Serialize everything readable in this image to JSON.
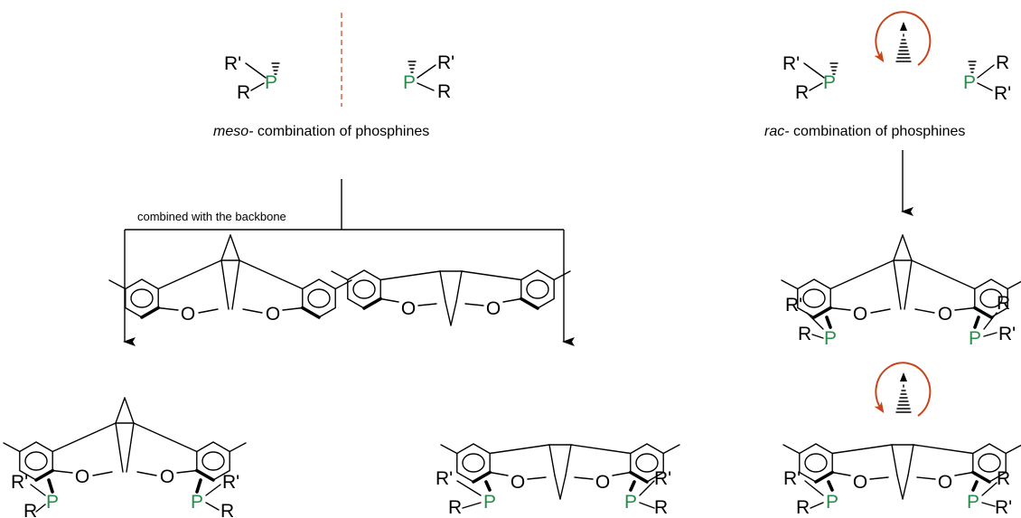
{
  "colors": {
    "phosphorus": "#2a8c4a",
    "mirror_line": "#d9623b",
    "rotation_arrow": "#c8441a",
    "bond": "#000000"
  },
  "atoms": {
    "P": "P",
    "R": "R",
    "R_prime": "R'",
    "O": "O"
  },
  "labels": {
    "meso_prefix": "meso-",
    "meso_suffix": " combination of phosphines",
    "rac_prefix": "rac-",
    "rac_suffix": " combination of phosphines",
    "combined": "combined with the backbone"
  },
  "icons": [
    "rotation-arrow-icon",
    "c2-axis-icon"
  ]
}
